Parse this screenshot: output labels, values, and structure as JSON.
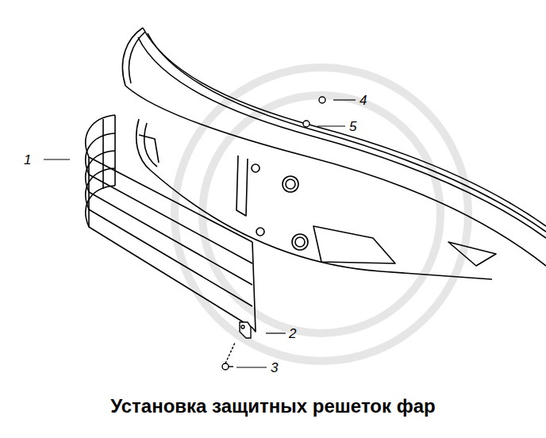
{
  "diagram": {
    "caption": "Установка защитных решеток фар",
    "labels": [
      "1",
      "2",
      "3",
      "4",
      "5"
    ]
  }
}
